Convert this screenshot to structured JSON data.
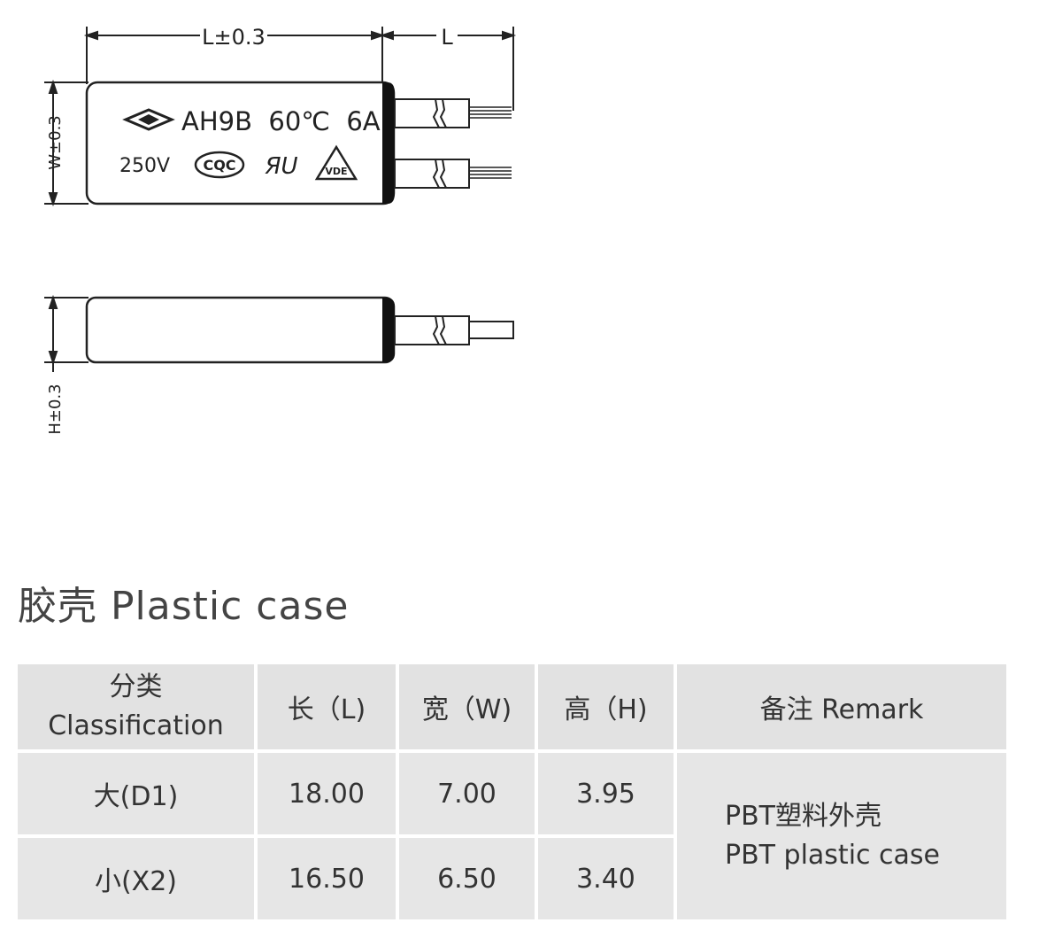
{
  "diagram": {
    "dim_length": "L±0.3",
    "dim_lead": "L",
    "dim_width": "W±0.3",
    "dim_height": "H±0.3",
    "marking_line1": "AH9B  60℃  6A",
    "marking_voltage": "250V",
    "cqc_mark": "CQC",
    "ul_mark": "ЯU",
    "vde_mark": "VDE"
  },
  "section": {
    "title": "胶壳 Plastic  case"
  },
  "table": {
    "headers": {
      "classification_cn": "分类",
      "classification_en": "Classification",
      "length": "长（L)",
      "width": "宽（W)",
      "height": "高（H)",
      "remark": "备注 Remark"
    },
    "rows": [
      {
        "class": "大(D1)",
        "length": "18.00",
        "width": "7.00",
        "height": "3.95"
      },
      {
        "class": "小(X2)",
        "length": "16.50",
        "width": "6.50",
        "height": "3.40"
      }
    ],
    "remark_cn": "PBT塑料外壳",
    "remark_en": "PBT plastic case"
  }
}
